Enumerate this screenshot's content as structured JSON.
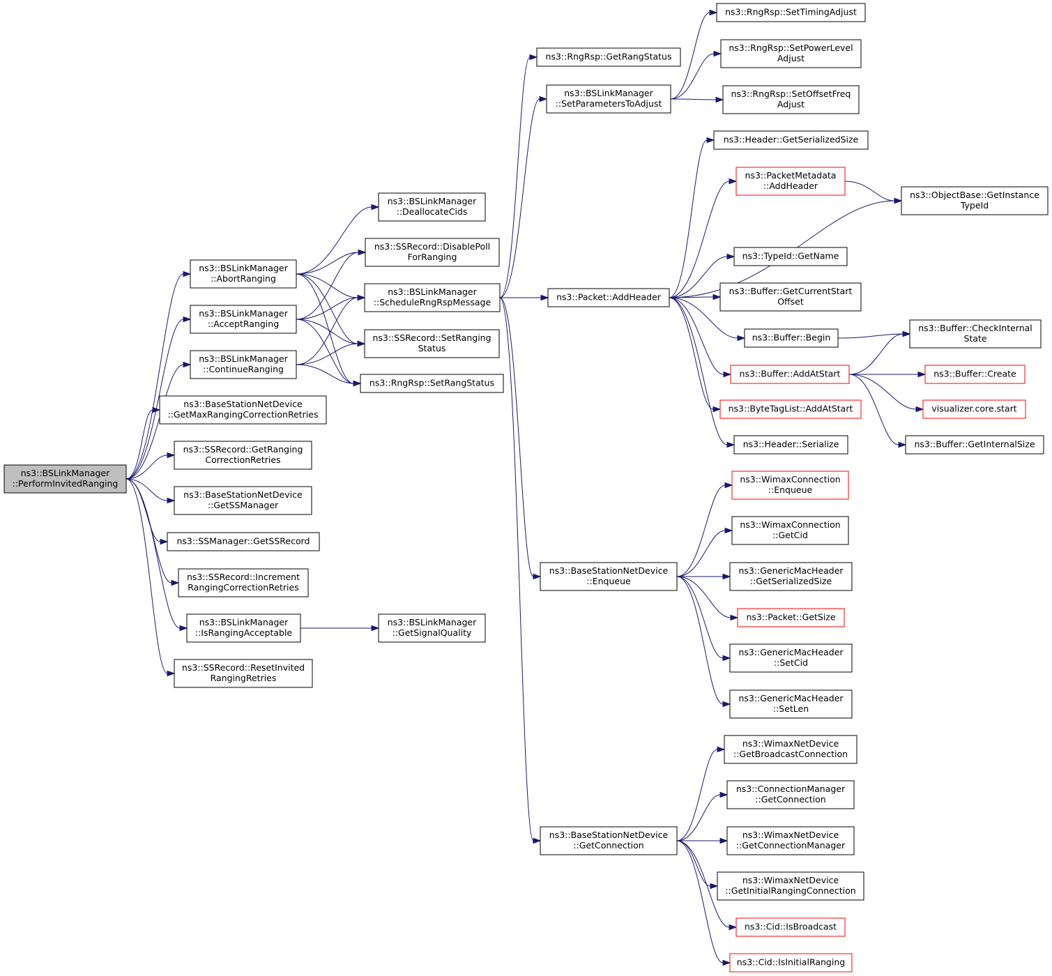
{
  "graph": {
    "title": "",
    "colors": {
      "edge": "#191970",
      "normal_border": "#000000",
      "truncated_border": "#ff0000",
      "root_fill": "#bfbfbf",
      "node_fill": "#ffffff"
    },
    "nodes": [
      {
        "id": "root",
        "lines": [
          "ns3::BSLinkManager",
          "::PerformInvitedRanging"
        ],
        "style": "root"
      },
      {
        "id": "abort",
        "lines": [
          "ns3::BSLinkManager",
          "::AbortRanging"
        ],
        "style": "normal"
      },
      {
        "id": "accept",
        "lines": [
          "ns3::BSLinkManager",
          "::AcceptRanging"
        ],
        "style": "normal"
      },
      {
        "id": "continue",
        "lines": [
          "ns3::BSLinkManager",
          "::ContinueRanging"
        ],
        "style": "normal"
      },
      {
        "id": "getmaxretries",
        "lines": [
          "ns3::BaseStationNetDevice",
          "::GetMaxRangingCorrectionRetries"
        ],
        "style": "normal"
      },
      {
        "id": "getrangingretries",
        "lines": [
          "ns3::SSRecord::GetRanging",
          "CorrectionRetries"
        ],
        "style": "normal"
      },
      {
        "id": "getssmanager",
        "lines": [
          "ns3::BaseStationNetDevice",
          "::GetSSManager"
        ],
        "style": "normal"
      },
      {
        "id": "getssrecord",
        "lines": [
          "ns3::SSManager::GetSSRecord"
        ],
        "style": "normal"
      },
      {
        "id": "increment",
        "lines": [
          "ns3::SSRecord::Increment",
          "RangingCorrectionRetries"
        ],
        "style": "normal"
      },
      {
        "id": "isacceptable",
        "lines": [
          "ns3::BSLinkManager",
          "::IsRangingAcceptable"
        ],
        "style": "normal"
      },
      {
        "id": "resetinvited",
        "lines": [
          "ns3::SSRecord::ResetInvited",
          "RangingRetries"
        ],
        "style": "normal"
      },
      {
        "id": "dealloc",
        "lines": [
          "ns3::BSLinkManager",
          "::DeallocateCids"
        ],
        "style": "normal"
      },
      {
        "id": "disablepoll",
        "lines": [
          "ns3::SSRecord::DisablePoll",
          "ForRanging"
        ],
        "style": "normal"
      },
      {
        "id": "schedule",
        "lines": [
          "ns3::BSLinkManager",
          "::ScheduleRngRspMessage"
        ],
        "style": "normal"
      },
      {
        "id": "setrangingstatus",
        "lines": [
          "ns3::SSRecord::SetRanging",
          "Status"
        ],
        "style": "normal"
      },
      {
        "id": "setrangstatus",
        "lines": [
          "ns3::RngRsp::SetRangStatus"
        ],
        "style": "normal"
      },
      {
        "id": "signalquality",
        "lines": [
          "ns3::BSLinkManager",
          "::GetSignalQuality"
        ],
        "style": "normal"
      },
      {
        "id": "getrangstatus",
        "lines": [
          "ns3::RngRsp::GetRangStatus"
        ],
        "style": "normal"
      },
      {
        "id": "setparams",
        "lines": [
          "ns3::BSLinkManager",
          "::SetParametersToAdjust"
        ],
        "style": "normal"
      },
      {
        "id": "addheader",
        "lines": [
          "ns3::Packet::AddHeader"
        ],
        "style": "normal"
      },
      {
        "id": "bsenqueue",
        "lines": [
          "ns3::BaseStationNetDevice",
          "::Enqueue"
        ],
        "style": "normal"
      },
      {
        "id": "bsgetconn",
        "lines": [
          "ns3::BaseStationNetDevice",
          "::GetConnection"
        ],
        "style": "normal"
      },
      {
        "id": "settiming",
        "lines": [
          "ns3::RngRsp::SetTimingAdjust"
        ],
        "style": "normal"
      },
      {
        "id": "setpower",
        "lines": [
          "ns3::RngRsp::SetPowerLevel",
          "Adjust"
        ],
        "style": "normal"
      },
      {
        "id": "setoffset",
        "lines": [
          "ns3::RngRsp::SetOffsetFreq",
          "Adjust"
        ],
        "style": "normal"
      },
      {
        "id": "hdrsersize",
        "lines": [
          "ns3::Header::GetSerializedSize"
        ],
        "style": "normal"
      },
      {
        "id": "pmaddheader",
        "lines": [
          "ns3::PacketMetadata",
          "::AddHeader"
        ],
        "style": "red"
      },
      {
        "id": "getinstancetypeid",
        "lines": [
          "ns3::ObjectBase::GetInstance",
          "TypeId"
        ],
        "style": "normal"
      },
      {
        "id": "typeidgetname",
        "lines": [
          "ns3::TypeId::GetName"
        ],
        "style": "normal"
      },
      {
        "id": "bufgetcurrentstart",
        "lines": [
          "ns3::Buffer::GetCurrentStart",
          "Offset"
        ],
        "style": "normal"
      },
      {
        "id": "bufbegin",
        "lines": [
          "ns3::Buffer::Begin"
        ],
        "style": "normal"
      },
      {
        "id": "bufcheckinternal",
        "lines": [
          "ns3::Buffer::CheckInternal",
          "State"
        ],
        "style": "normal"
      },
      {
        "id": "bufaddatstart",
        "lines": [
          "ns3::Buffer::AddAtStart"
        ],
        "style": "red"
      },
      {
        "id": "bufcreate",
        "lines": [
          "ns3::Buffer::Create"
        ],
        "style": "red"
      },
      {
        "id": "vizstart",
        "lines": [
          "visualizer.core.start"
        ],
        "style": "red"
      },
      {
        "id": "bytetagaddatstart",
        "lines": [
          "ns3::ByteTagList::AddAtStart"
        ],
        "style": "red"
      },
      {
        "id": "bufgetinternalsize",
        "lines": [
          "ns3::Buffer::GetInternalSize"
        ],
        "style": "normal"
      },
      {
        "id": "hdrserialize",
        "lines": [
          "ns3::Header::Serialize"
        ],
        "style": "normal"
      },
      {
        "id": "wcenqueue",
        "lines": [
          "ns3::WimaxConnection",
          "::Enqueue"
        ],
        "style": "red"
      },
      {
        "id": "wcgetcid",
        "lines": [
          "ns3::WimaxConnection",
          "::GetCid"
        ],
        "style": "normal"
      },
      {
        "id": "gmhgetsersize",
        "lines": [
          "ns3::GenericMacHeader",
          "::GetSerializedSize"
        ],
        "style": "normal"
      },
      {
        "id": "pktgetsize",
        "lines": [
          "ns3::Packet::GetSize"
        ],
        "style": "red"
      },
      {
        "id": "gmhsetcid",
        "lines": [
          "ns3::GenericMacHeader",
          "::SetCid"
        ],
        "style": "normal"
      },
      {
        "id": "gmhsetlen",
        "lines": [
          "ns3::GenericMacHeader",
          "::SetLen"
        ],
        "style": "normal"
      },
      {
        "id": "wndgetbcast",
        "lines": [
          "ns3::WimaxNetDevice",
          "::GetBroadcastConnection"
        ],
        "style": "normal"
      },
      {
        "id": "cmgetconn",
        "lines": [
          "ns3::ConnectionManager",
          "::GetConnection"
        ],
        "style": "normal"
      },
      {
        "id": "wndgetconnmgr",
        "lines": [
          "ns3::WimaxNetDevice",
          "::GetConnectionManager"
        ],
        "style": "normal"
      },
      {
        "id": "wndgetinitranging",
        "lines": [
          "ns3::WimaxNetDevice",
          "::GetInitialRangingConnection"
        ],
        "style": "normal"
      },
      {
        "id": "cidisbcast",
        "lines": [
          "ns3::Cid::IsBroadcast"
        ],
        "style": "red"
      },
      {
        "id": "cidisinitranging",
        "lines": [
          "ns3::Cid::IsInitialRanging"
        ],
        "style": "red"
      }
    ],
    "edges": [
      [
        "root",
        "abort"
      ],
      [
        "root",
        "accept"
      ],
      [
        "root",
        "continue"
      ],
      [
        "root",
        "getmaxretries"
      ],
      [
        "root",
        "getrangingretries"
      ],
      [
        "root",
        "getssmanager"
      ],
      [
        "root",
        "getssrecord"
      ],
      [
        "root",
        "increment"
      ],
      [
        "root",
        "isacceptable"
      ],
      [
        "root",
        "resetinvited"
      ],
      [
        "abort",
        "dealloc"
      ],
      [
        "abort",
        "disablepoll"
      ],
      [
        "abort",
        "schedule"
      ],
      [
        "abort",
        "setrangingstatus"
      ],
      [
        "abort",
        "setrangstatus"
      ],
      [
        "accept",
        "disablepoll"
      ],
      [
        "accept",
        "schedule"
      ],
      [
        "accept",
        "setrangingstatus"
      ],
      [
        "accept",
        "setrangstatus"
      ],
      [
        "continue",
        "schedule"
      ],
      [
        "continue",
        "setrangingstatus"
      ],
      [
        "continue",
        "setrangstatus"
      ],
      [
        "isacceptable",
        "signalquality"
      ],
      [
        "schedule",
        "getrangstatus"
      ],
      [
        "schedule",
        "setparams"
      ],
      [
        "schedule",
        "addheader"
      ],
      [
        "schedule",
        "bsenqueue"
      ],
      [
        "schedule",
        "bsgetconn"
      ],
      [
        "setparams",
        "settiming"
      ],
      [
        "setparams",
        "setpower"
      ],
      [
        "setparams",
        "setoffset"
      ],
      [
        "addheader",
        "hdrsersize"
      ],
      [
        "addheader",
        "pmaddheader"
      ],
      [
        "addheader",
        "getinstancetypeid"
      ],
      [
        "addheader",
        "typeidgetname"
      ],
      [
        "addheader",
        "bufgetcurrentstart"
      ],
      [
        "addheader",
        "bufbegin"
      ],
      [
        "addheader",
        "bufaddatstart"
      ],
      [
        "addheader",
        "bytetagaddatstart"
      ],
      [
        "addheader",
        "hdrserialize"
      ],
      [
        "pmaddheader",
        "getinstancetypeid"
      ],
      [
        "bufbegin",
        "bufcheckinternal"
      ],
      [
        "bufaddatstart",
        "bufcheckinternal"
      ],
      [
        "bufaddatstart",
        "bufcreate"
      ],
      [
        "bufaddatstart",
        "vizstart"
      ],
      [
        "bufaddatstart",
        "bufgetinternalsize"
      ],
      [
        "bsenqueue",
        "wcenqueue"
      ],
      [
        "bsenqueue",
        "wcgetcid"
      ],
      [
        "bsenqueue",
        "gmhgetsersize"
      ],
      [
        "bsenqueue",
        "pktgetsize"
      ],
      [
        "bsenqueue",
        "gmhsetcid"
      ],
      [
        "bsenqueue",
        "gmhsetlen"
      ],
      [
        "bsgetconn",
        "wndgetbcast"
      ],
      [
        "bsgetconn",
        "cmgetconn"
      ],
      [
        "bsgetconn",
        "wndgetconnmgr"
      ],
      [
        "bsgetconn",
        "wndgetinitranging"
      ],
      [
        "bsgetconn",
        "cidisbcast"
      ],
      [
        "bsgetconn",
        "cidisinitranging"
      ]
    ]
  }
}
